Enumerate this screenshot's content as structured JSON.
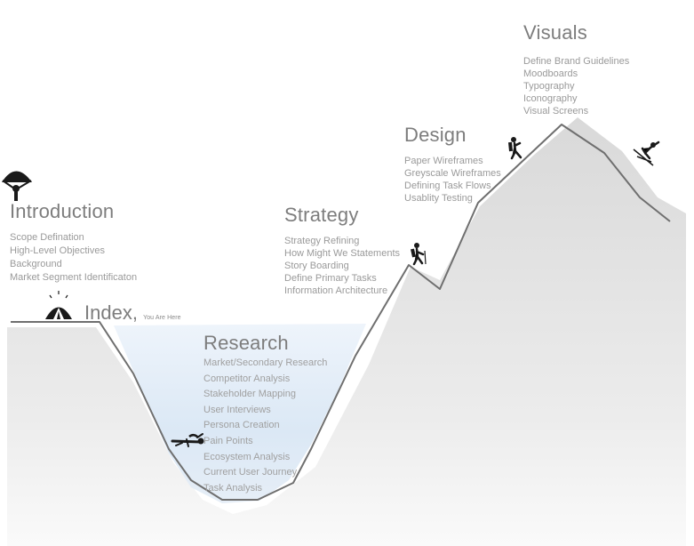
{
  "index": {
    "label": "Index,",
    "sublabel": "You Are Here"
  },
  "introduction": {
    "title": "Introduction",
    "items": [
      "Scope Defination",
      "High-Level Objectives",
      "Background",
      "Market Segment Identificaton"
    ]
  },
  "research": {
    "title": "Research",
    "items": [
      "Market/Secondary Research",
      "Competitor Analysis",
      "Stakeholder Mapping",
      "User Interviews",
      "Persona Creation",
      "Pain Points",
      "Ecosystem Analysis",
      "Current User Journey",
      "Task Analysis"
    ]
  },
  "strategy": {
    "title": "Strategy",
    "items": [
      "Strategy Refining",
      "How Might We Statements",
      "Story Boarding",
      "Define Primary Tasks",
      "Information Architecture"
    ]
  },
  "design": {
    "title": "Design",
    "items": [
      "Paper Wireframes",
      "Greyscale Wireframes",
      "Defining Task Flows",
      "Usablity Testing"
    ]
  },
  "visuals": {
    "title": "Visuals",
    "items": [
      "Define Brand Guidelines",
      "Moodboards",
      "Typography",
      "Iconography",
      "Visual Screens"
    ]
  },
  "icons": [
    "parachute-icon",
    "camp-tent-icon",
    "diver-icon",
    "hiker-icon",
    "climber-icon",
    "skier-icon"
  ],
  "colors": {
    "terrain": "#e0e0e0",
    "water": "#dde9f5",
    "path": "#6f6f6f",
    "text": "#9a9a9a",
    "title": "#7d7d7d"
  }
}
